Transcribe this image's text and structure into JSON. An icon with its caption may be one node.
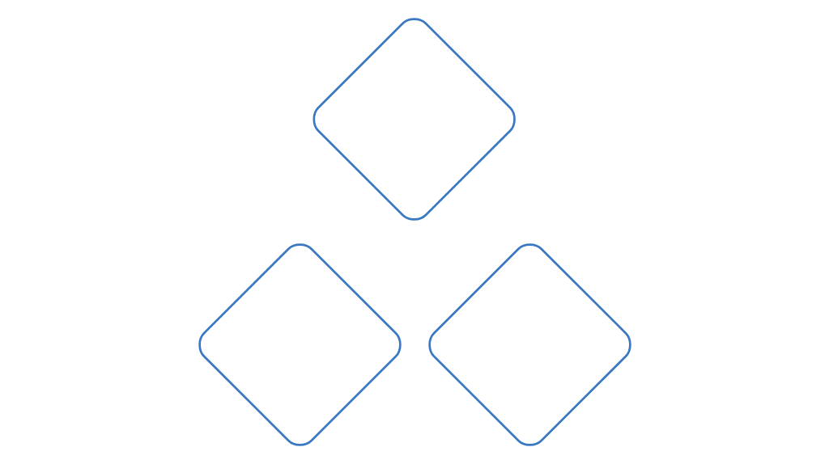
{
  "diagram": {
    "nodes": [
      {
        "text": [],
        "shape": "diamond"
      },
      {
        "text": [],
        "shape": "diamond"
      },
      {
        "text": [],
        "shape": "diamond"
      }
    ]
  }
}
